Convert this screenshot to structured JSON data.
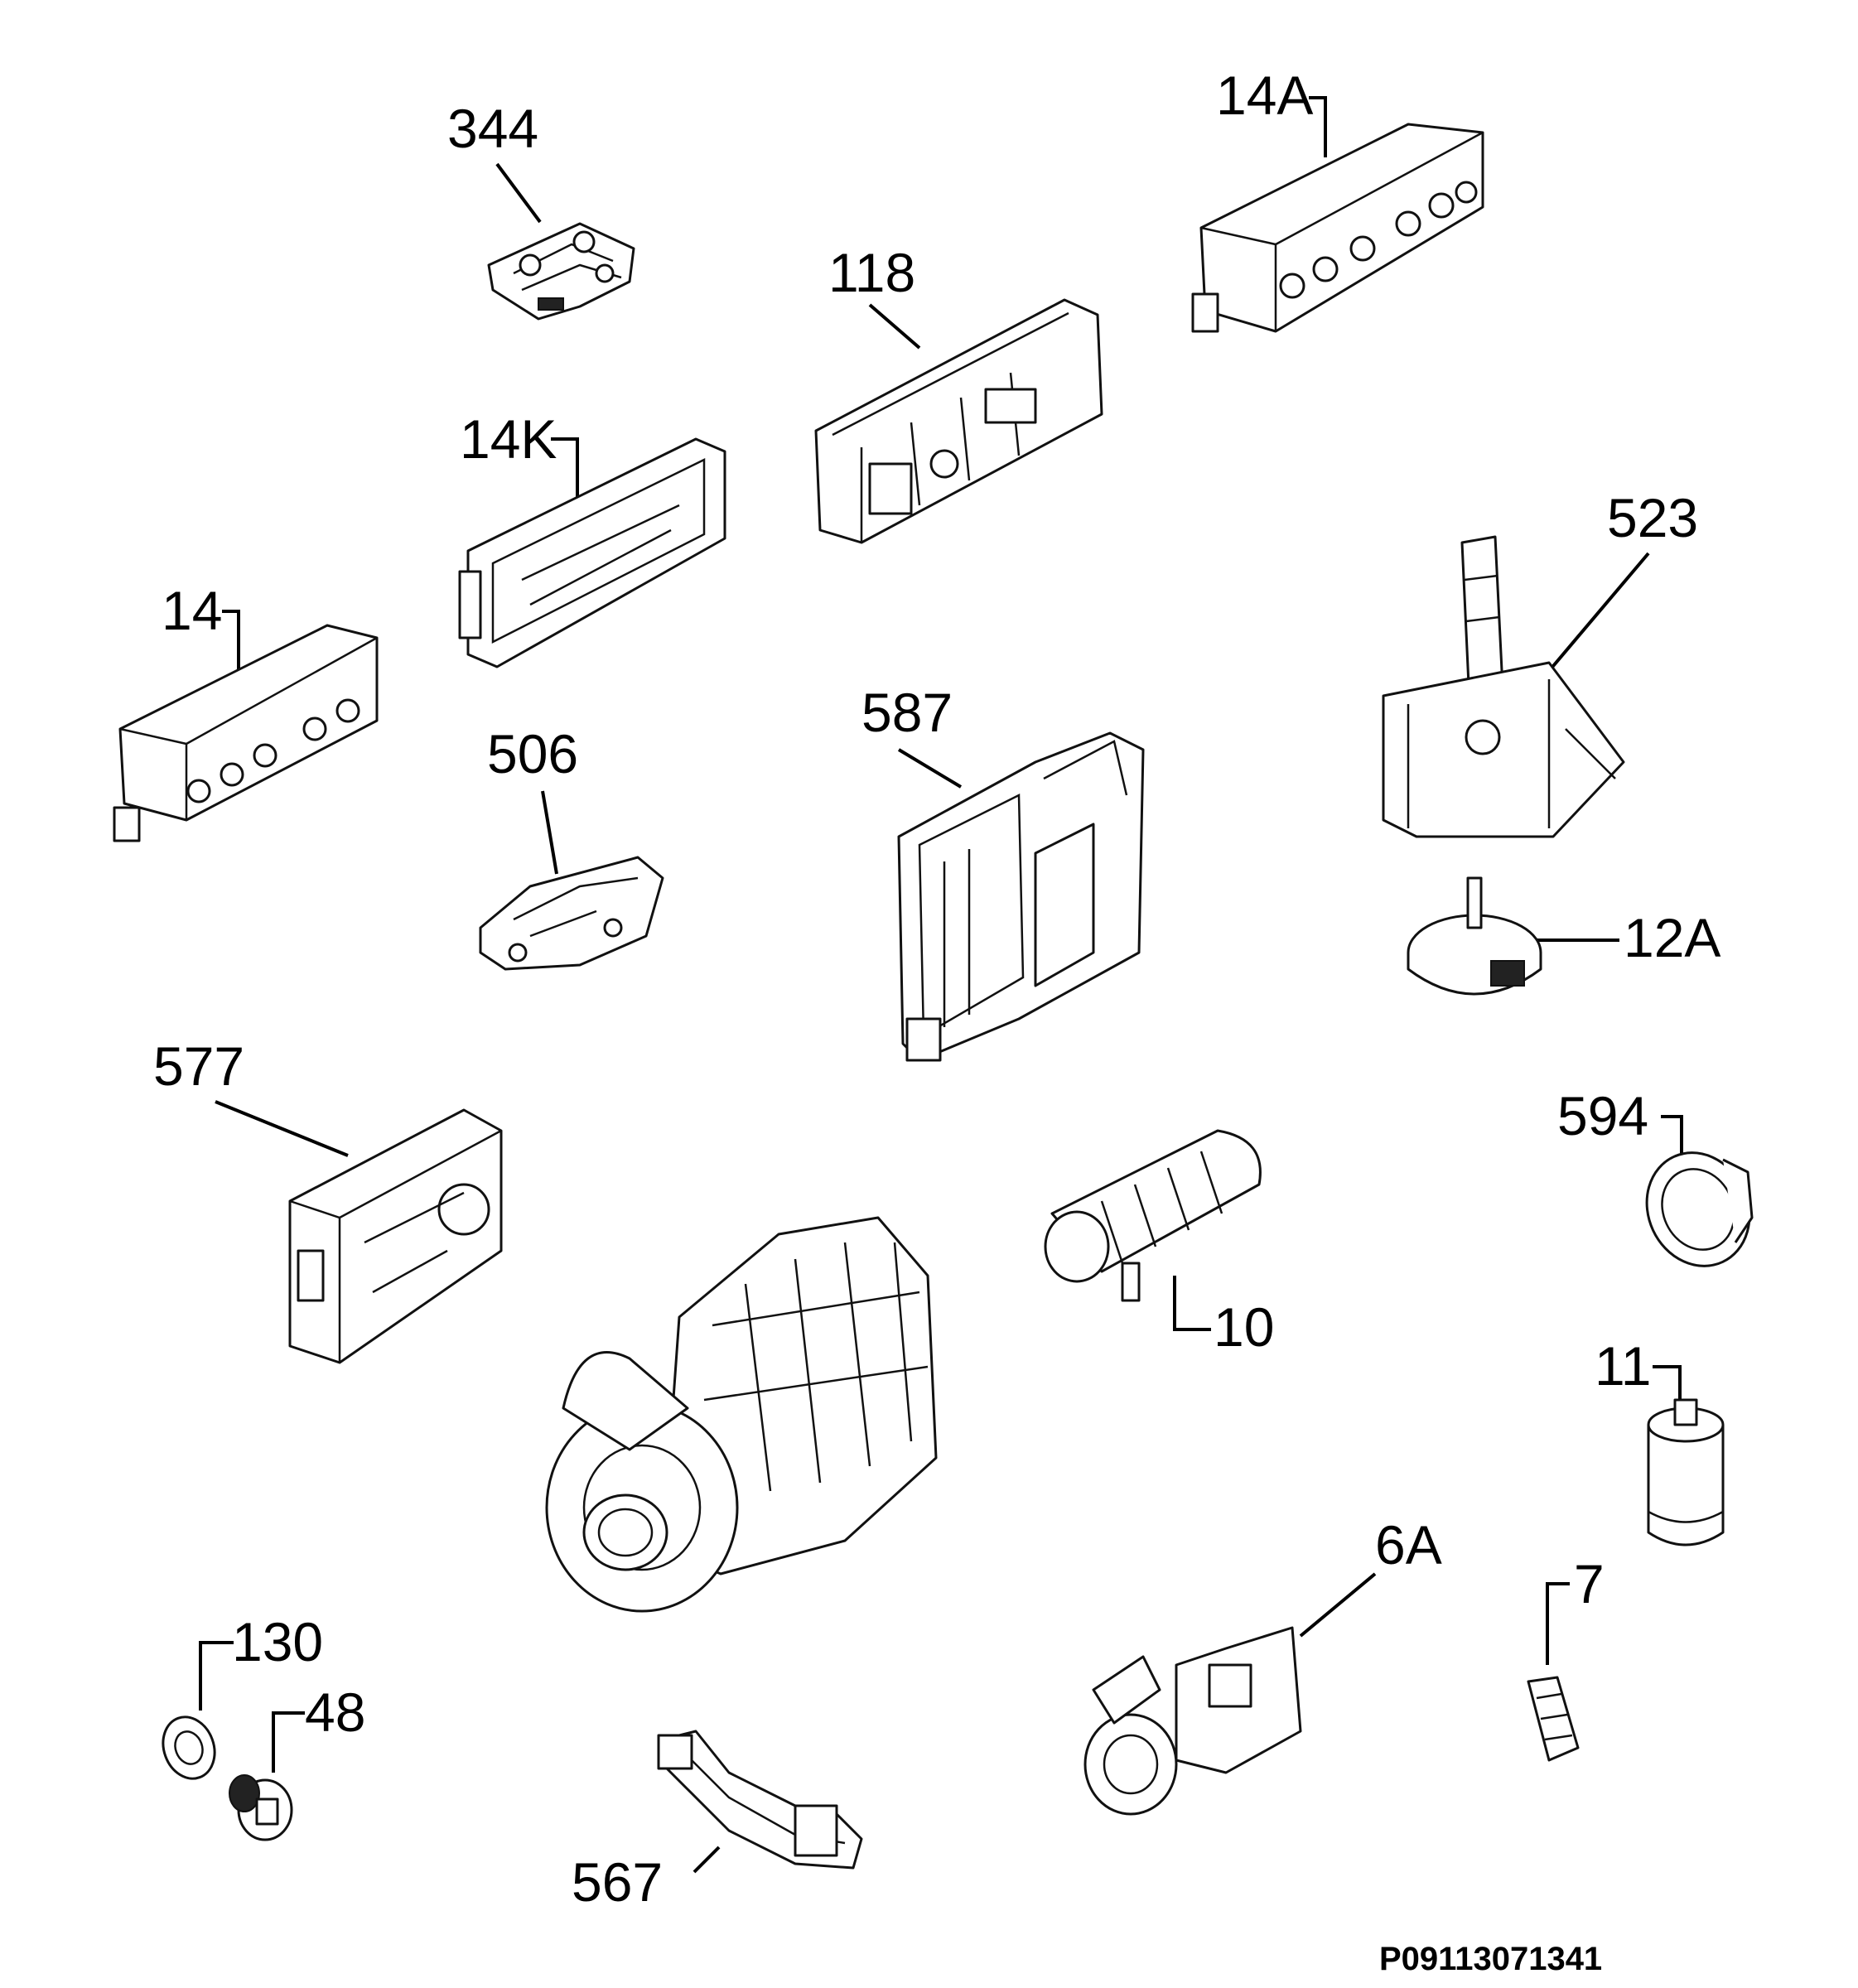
{
  "diagram": {
    "parts": [
      {
        "id": "p344",
        "label": "344"
      },
      {
        "id": "p14A",
        "label": "14A"
      },
      {
        "id": "p118",
        "label": "118"
      },
      {
        "id": "p14K",
        "label": "14K"
      },
      {
        "id": "p14",
        "label": "14"
      },
      {
        "id": "p523",
        "label": "523"
      },
      {
        "id": "p587",
        "label": "587"
      },
      {
        "id": "p506",
        "label": "506"
      },
      {
        "id": "p12A",
        "label": "12A"
      },
      {
        "id": "p577",
        "label": "577"
      },
      {
        "id": "p594",
        "label": "594"
      },
      {
        "id": "p10",
        "label": "10"
      },
      {
        "id": "p11",
        "label": "11"
      },
      {
        "id": "p6A",
        "label": "6A"
      },
      {
        "id": "p7",
        "label": "7"
      },
      {
        "id": "p130",
        "label": "130"
      },
      {
        "id": "p48",
        "label": "48"
      },
      {
        "id": "p567",
        "label": "567"
      }
    ],
    "code": "P09113071341"
  }
}
